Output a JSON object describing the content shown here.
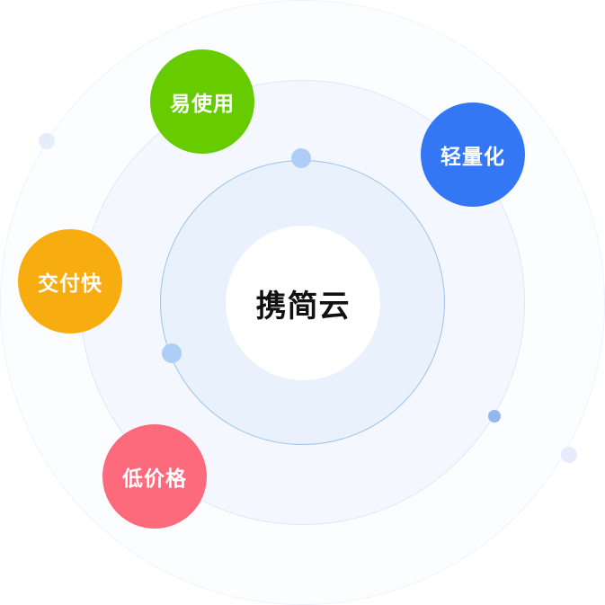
{
  "center": {
    "label": "携简云"
  },
  "features": [
    {
      "id": "easy-to-use",
      "label": "易使用",
      "color": "#66cc00"
    },
    {
      "id": "lightweight",
      "label": "轻量化",
      "color": "#3377f5"
    },
    {
      "id": "fast-delivery",
      "label": "交付快",
      "color": "#f7ac0f"
    },
    {
      "id": "low-price",
      "label": "低价格",
      "color": "#fc6a7c"
    }
  ],
  "colors": {
    "dot_primary": "#aecdf7",
    "dot_accent": "#94b6ef",
    "dot_faint": "#e5edfa"
  }
}
